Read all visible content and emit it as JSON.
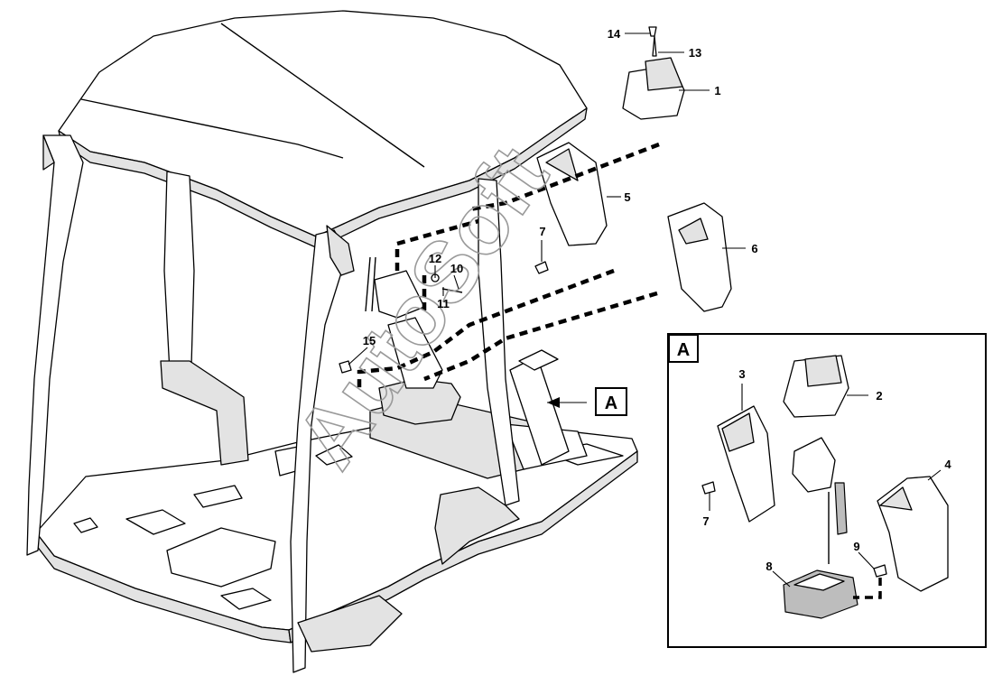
{
  "diagram": {
    "watermark": "AutoSoft",
    "detail_view_label": "A",
    "main_view_reference": "A",
    "callouts": [
      {
        "id": "c1",
        "label": "1"
      },
      {
        "id": "c2",
        "label": "2"
      },
      {
        "id": "c3",
        "label": "3"
      },
      {
        "id": "c4",
        "label": "4"
      },
      {
        "id": "c5",
        "label": "5"
      },
      {
        "id": "c6",
        "label": "6"
      },
      {
        "id": "c7a",
        "label": "7"
      },
      {
        "id": "c7b",
        "label": "7"
      },
      {
        "id": "c8",
        "label": "8"
      },
      {
        "id": "c9",
        "label": "9"
      },
      {
        "id": "c10",
        "label": "10"
      },
      {
        "id": "c11",
        "label": "11"
      },
      {
        "id": "c12",
        "label": "12"
      },
      {
        "id": "c13",
        "label": "13"
      },
      {
        "id": "c14",
        "label": "14"
      },
      {
        "id": "c15",
        "label": "15"
      }
    ]
  }
}
